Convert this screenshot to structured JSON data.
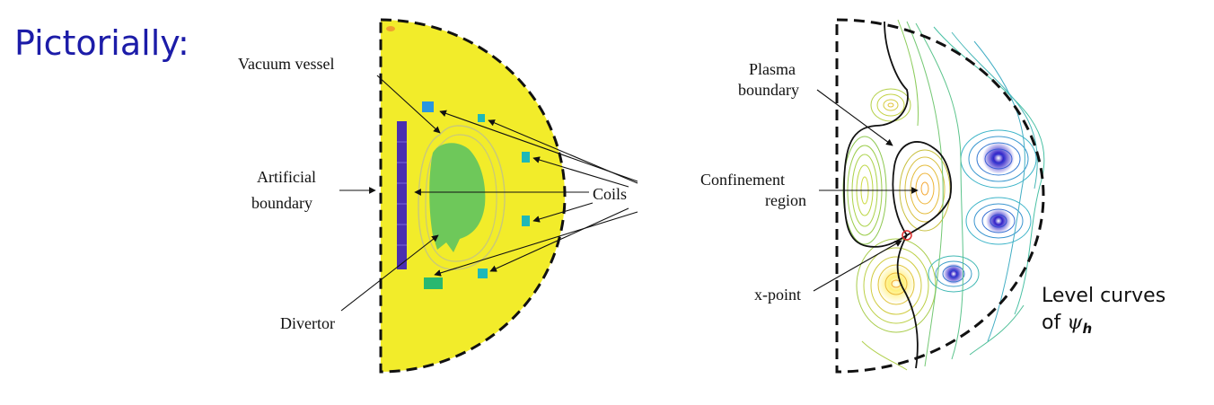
{
  "heading": "Pictorially:",
  "colors": {
    "heading": "#1c1ca8",
    "domain_fill": "#f2ec2a",
    "plasma": "#6ec85a",
    "coil_blue": "#2a97e0",
    "coil_teal": "#1fb8b8",
    "coil_green": "#28b870",
    "central_solenoid": "#4a2fb0"
  },
  "left_diagram": {
    "labels": {
      "vacuum_vessel": "Vacuum vessel",
      "artificial_boundary_line1": "Artificial",
      "artificial_boundary_line2": "boundary",
      "coils": "Coils",
      "divertor": "Divertor"
    }
  },
  "right_diagram": {
    "labels": {
      "plasma_boundary_line1": "Plasma",
      "plasma_boundary_line2": "boundary",
      "confinement_line1": "Confinement",
      "confinement_line2": "region",
      "x_point": "x-point"
    },
    "caption_line1": "Level curves",
    "caption_line2_prefix": "of ",
    "caption_symbol": "ψ",
    "caption_subscript": "h"
  }
}
